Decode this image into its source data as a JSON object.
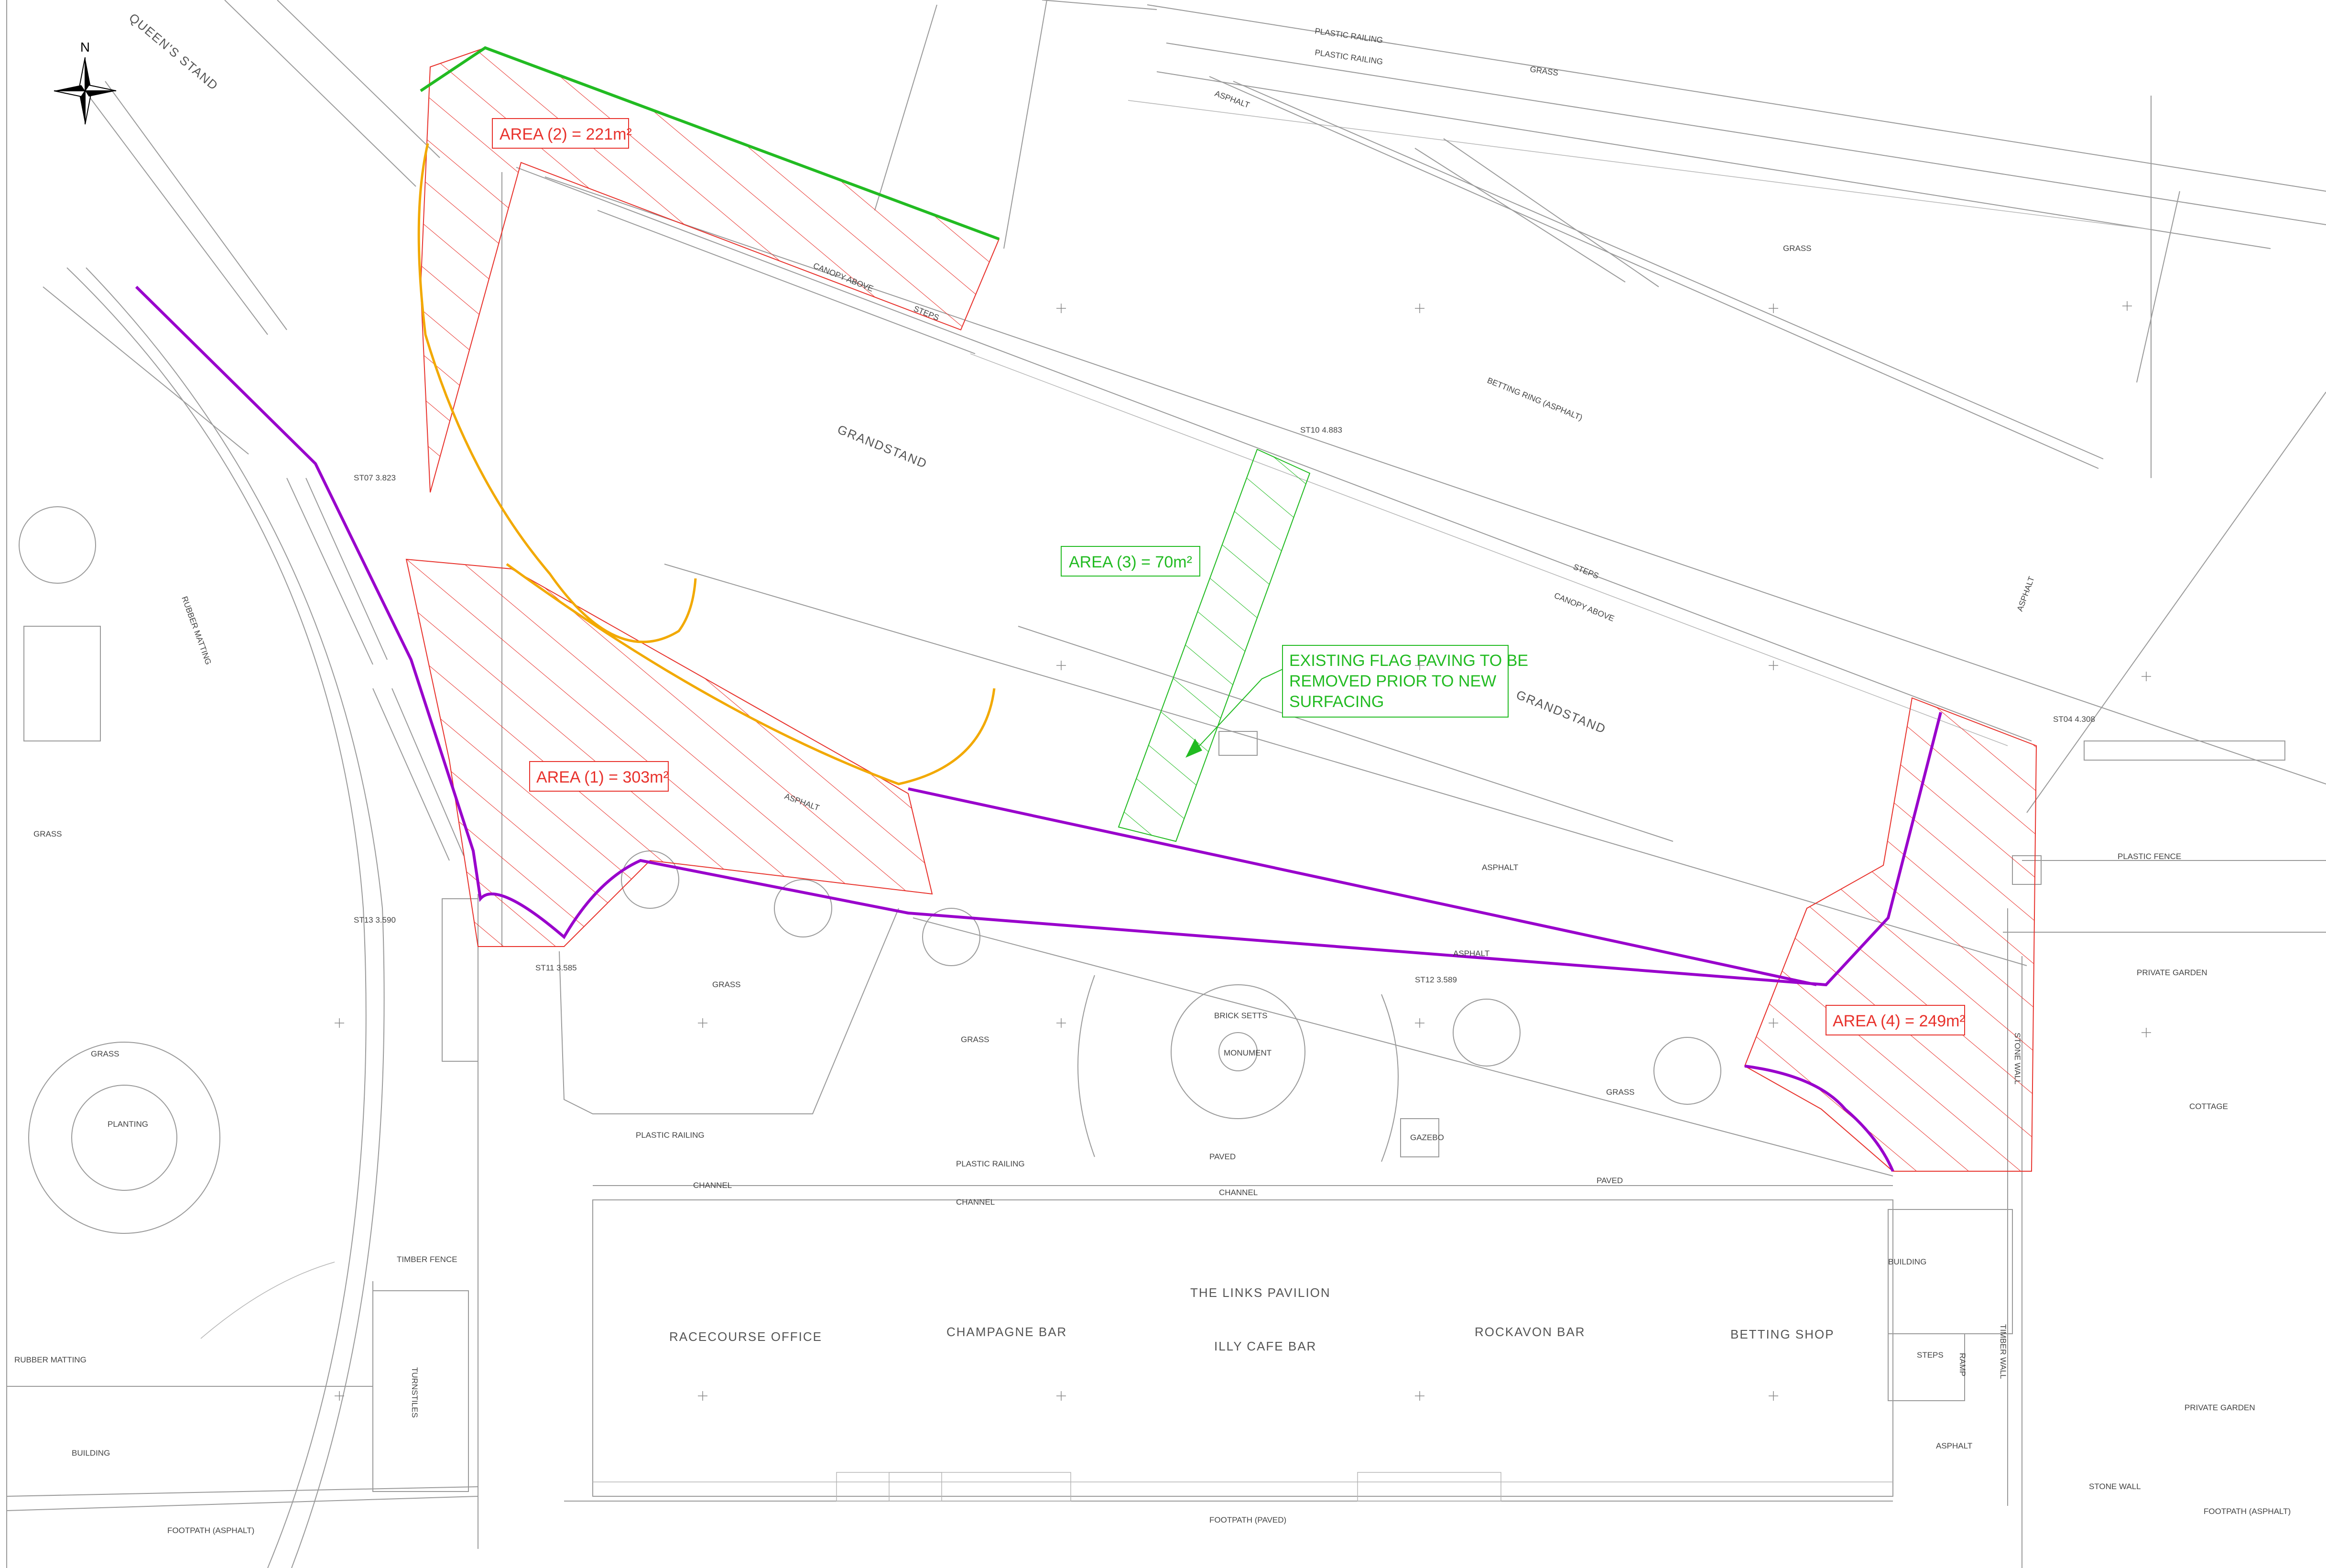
{
  "north_label": "N",
  "colors": {
    "area_red": "#e8322c",
    "green": "#22bb22",
    "purple": "#9900cc",
    "orange": "#f2a900",
    "line_grey": "#9a9a9a"
  },
  "areas": {
    "area1": "AREA (1) = 303m²",
    "area2": "AREA (2) = 221m²",
    "area3": "AREA (3) = 70m²",
    "area4": "AREA (4) = 249m²"
  },
  "note": {
    "line1": "EXISTING FLAG PAVING TO BE",
    "line2": "REMOVED PRIOR TO NEW",
    "line3": "SURFACING"
  },
  "labels": {
    "queens_stand": "QUEEN'S STAND",
    "grandstand": "GRANDSTAND",
    "canopy_above": "CANOPY ABOVE",
    "steps": "STEPS",
    "grass": "GRASS",
    "asphalt": "ASPHALT",
    "plastic_railing": "PLASTIC RAILING",
    "plastic_fence": "PLASTIC FENCE",
    "timber_wall": "TIMBER WALL",
    "timber_fence": "TIMBER FENCE",
    "brick_setts": "BRICK SETTS",
    "monument": "MONUMENT",
    "paved": "PAVED",
    "channel": "CHANNEL",
    "private_garden": "PRIVATE GARDEN",
    "cottage": "COTTAGE",
    "stone_wall": "STONE WALL",
    "rubber_matting": "RUBBER MATTING",
    "planting": "PLANTING",
    "building": "BUILDING",
    "turnstiles": "TURNSTILES",
    "ramp": "RAMP",
    "footpath_asphalt": "FOOTPATH (ASPHALT)",
    "footpath_paved": "FOOTPATH (PAVED)",
    "betting_ring": "BETTING RING (ASPHALT)",
    "links_pavilion": "THE LINKS PAVILION",
    "racecourse_office": "RACECOURSE OFFICE",
    "champagne_bar": "CHAMPAGNE BAR",
    "illy_cafe_bar": "ILLY CAFE BAR",
    "rockavon_bar": "ROCKAVON BAR",
    "betting_shop": "BETTING SHOP",
    "gazebo": "GAZEBO",
    "st10": "ST10 4.883",
    "st11": "ST11 3.585",
    "st12": "ST12 3.589",
    "st13": "ST13 3.590",
    "st04": "ST04 4.308",
    "st07": "ST07 3.823",
    "plastic_railing2": "PLASTIC RAILING",
    "paved2": "PAVED"
  }
}
